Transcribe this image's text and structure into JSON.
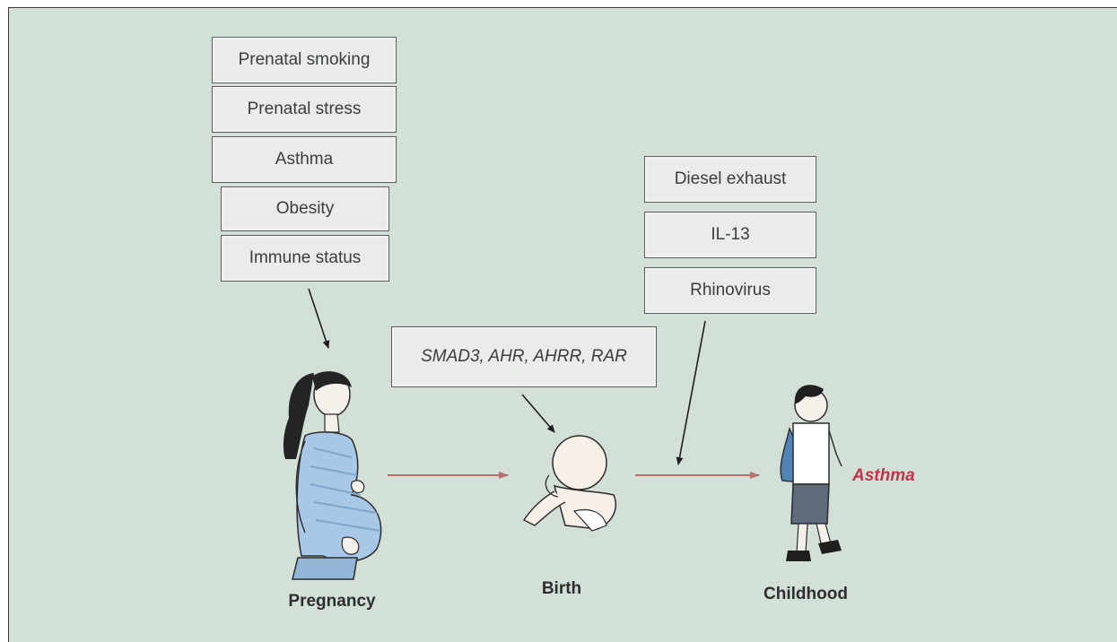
{
  "prenatal_factors": [
    "Prenatal smoking",
    "Prenatal stress",
    "Asthma",
    "Obesity",
    "Immune status"
  ],
  "genes_box": "SMAD3, AHR, AHRR, RAR",
  "childhood_factors": [
    "Diesel exhaust",
    "IL-13",
    "Rhinovirus"
  ],
  "stages": {
    "pregnancy": "Pregnancy",
    "birth": "Birth",
    "childhood": "Childhood"
  },
  "outcome": "Asthma",
  "colors": {
    "background": "#d3e0d8",
    "timeline_arrow": "#b5706a",
    "outcome_text": "#c0334a",
    "box_border": "#5b5b5b"
  }
}
